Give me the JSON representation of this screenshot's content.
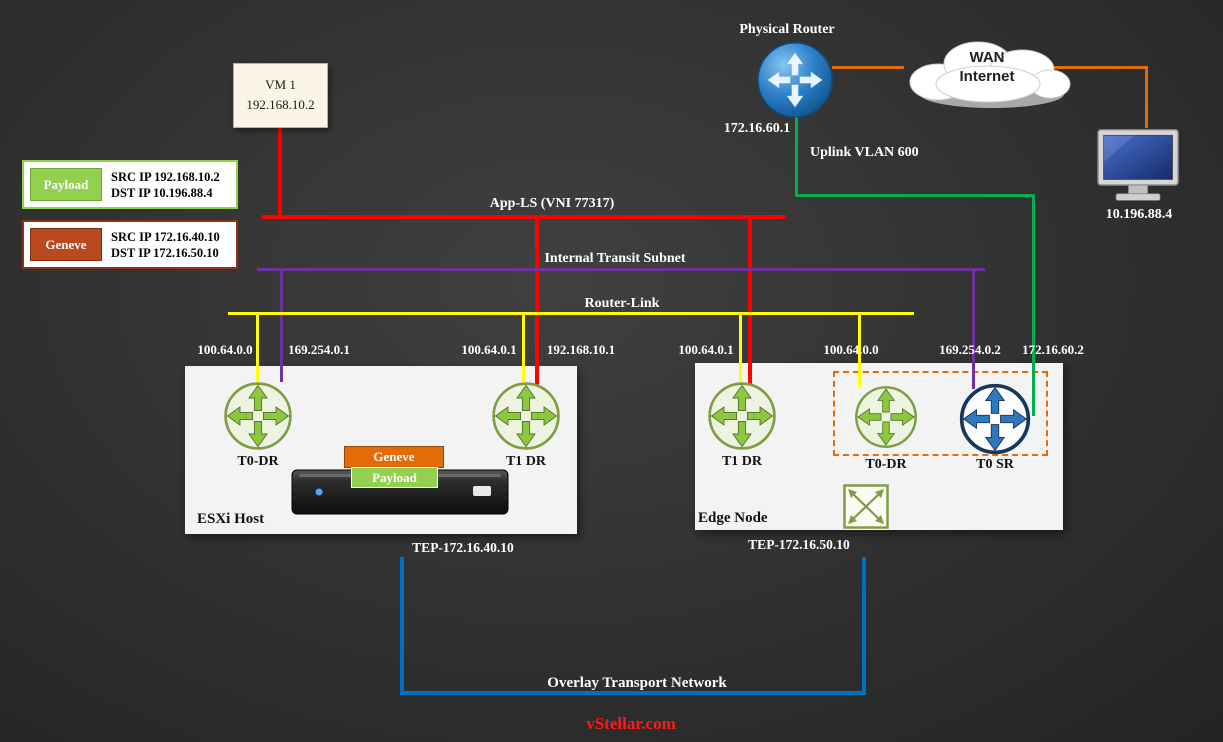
{
  "colors": {
    "app_ls_segment": "#ff0000",
    "transit_segment": "#7030a0",
    "router_link_segment": "#ffff00",
    "uplink_segment": "#00b050",
    "overlay_segment": "#0070c0",
    "wan_link": "#e36c09",
    "payload": "#92d050",
    "geneve": "#b9491e"
  },
  "vm": {
    "name": "VM 1",
    "ip": "192.168.10.2"
  },
  "legend": {
    "payload": {
      "label": "Payload",
      "src": "SRC IP 192.168.10.2",
      "dst": "DST IP 10.196.88.4"
    },
    "geneve": {
      "label": "Geneve",
      "src": "SRC IP 172.16.40.10",
      "dst": "DST IP 172.16.50.10"
    }
  },
  "physical_router": {
    "label": "Physical Router",
    "ip": "172.16.60.1"
  },
  "wan": {
    "line1": "WAN",
    "line2": "Internet"
  },
  "workstation": {
    "ip": "10.196.88.4"
  },
  "links": {
    "app_ls": "App-LS (VNI 77317)",
    "transit": "Internal Transit Subnet",
    "router_link": "Router-Link",
    "uplink": "Uplink VLAN 600",
    "overlay": "Overlay Transport Network"
  },
  "ips": {
    "esxi_t0_uplink": "100.64.0.0",
    "esxi_t0_transit": "169.254.0.1",
    "esxi_t1_downlink": "100.64.0.1",
    "esxi_t1_gateway": "192.168.10.1",
    "edge_t1_downlink": "100.64.0.1",
    "edge_t0_uplink": "100.64.0.0",
    "edge_sr_transit": "169.254.0.2",
    "edge_sr_uplink": "172.16.60.2"
  },
  "esxi": {
    "label": "ESXi Host",
    "tep": "TEP-172.16.40.10",
    "t0_label": "T0-DR",
    "t1_label": "T1 DR",
    "encap": {
      "geneve": "Geneve",
      "payload": "Payload"
    }
  },
  "edge": {
    "label": "Edge Node",
    "tep": "TEP-172.16.50.10",
    "t1_label": "T1 DR",
    "t0_label": "T0-DR",
    "sr_label": "T0 SR"
  },
  "watermark": "vStellar.com"
}
